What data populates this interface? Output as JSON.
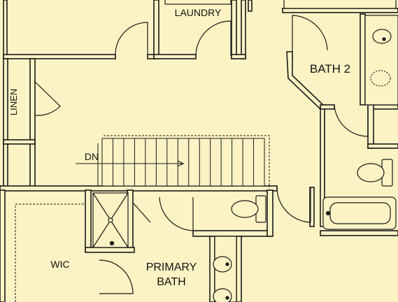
{
  "colors": {
    "background": "#fbf3c4",
    "wall_fill": "#fbf3c4",
    "line": "#1a1a1a"
  },
  "rooms": {
    "laundry": "LAUNDRY",
    "bath2": "BATH 2",
    "linen": "LINEN",
    "wic": "WIC",
    "primary_bath_line1": "PRIMARY",
    "primary_bath_line2": "BATH"
  },
  "stairs": {
    "direction_label": "DN"
  },
  "fixtures": {
    "shower_stall": "shower",
    "toilets": 2,
    "sinks": 3,
    "bathtub": 1
  }
}
